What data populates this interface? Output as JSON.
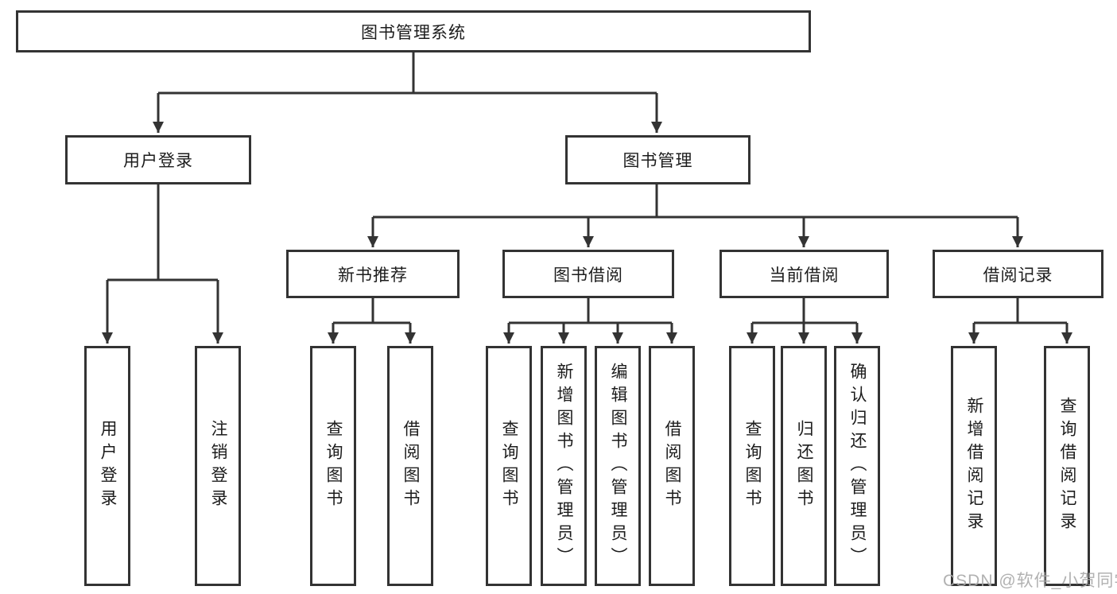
{
  "diagram": {
    "root": "图书管理系统",
    "branches": [
      {
        "label": "用户登录",
        "children": [
          "用户登录",
          "注销登录"
        ]
      },
      {
        "label": "图书管理",
        "children": [
          {
            "label": "新书推荐",
            "children": [
              "查询图书",
              "借阅图书"
            ]
          },
          {
            "label": "图书借阅",
            "children": [
              "查询图书",
              "新增图书（管理员）",
              "编辑图书（管理员）",
              "借阅图书"
            ]
          },
          {
            "label": "当前借阅",
            "children": [
              "查询图书",
              "归还图书",
              "确认归还（管理员）"
            ]
          },
          {
            "label": "借阅记录",
            "children": [
              "新增借阅记录",
              "查询借阅记录"
            ]
          }
        ]
      }
    ]
  },
  "watermark": "CSDN @软件_小贺同学",
  "colors": {
    "line": "#333333",
    "box_border": "#333333",
    "text": "#1c1c1c",
    "watermark_text": "#a8a8a8",
    "background": "#ffffff"
  }
}
